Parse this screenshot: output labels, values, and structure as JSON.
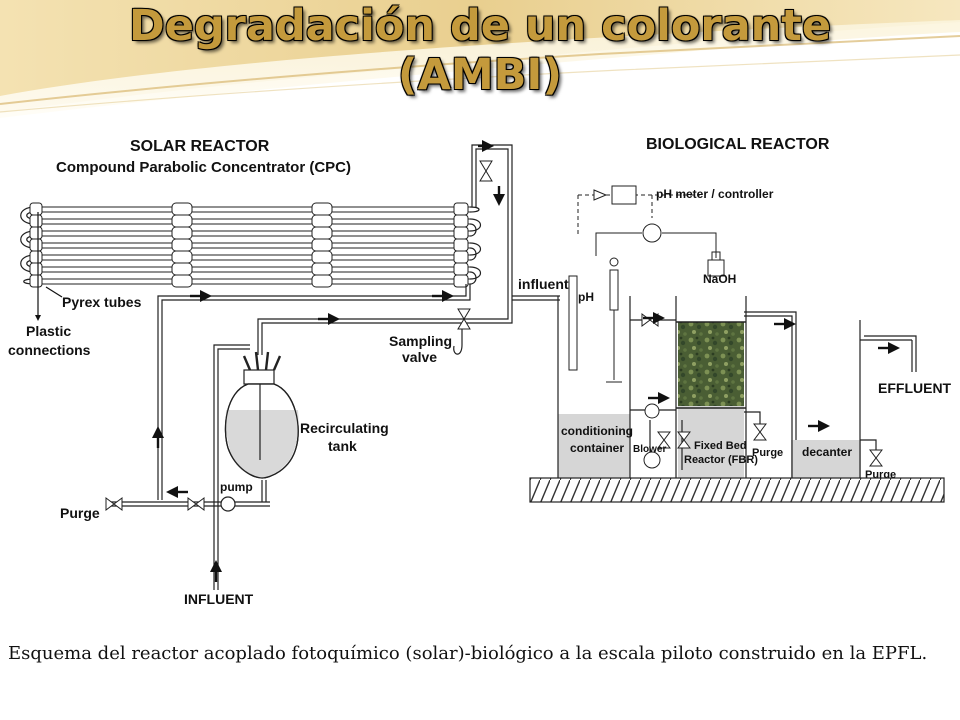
{
  "title": {
    "line1": "Degradación de un colorante",
    "line2": "(AMBI)"
  },
  "diagram": {
    "solar_reactor": {
      "heading": "SOLAR REACTOR",
      "subheading": "Compound Parabolic Concentrator (CPC)",
      "labels": {
        "pyrex_tubes": "Pyrex tubes",
        "plastic_line1": "Plastic",
        "plastic_line2": "connections",
        "sampling_line1": "Sampling",
        "sampling_line2": "valve",
        "recirc_line1": "Recirculating",
        "recirc_line2": "tank",
        "pump": "pump",
        "purge": "Purge",
        "influent": "INFLUENT"
      }
    },
    "biological_reactor": {
      "heading": "BIOLOGICAL REACTOR",
      "labels": {
        "ph_meter": "pH meter / controller",
        "influent": "influent",
        "ph": "pH",
        "naoh": "NaOH",
        "cond_line1": "conditioning",
        "cond_line2": "container",
        "blower": "Blower",
        "fbr_line1": "Fixed Bed",
        "fbr_line2": "Reactor (FBR)",
        "purge1": "Purge",
        "decanter": "decanter",
        "purge2": "Purge",
        "effluent": "EFFLUENT"
      }
    }
  },
  "caption": "Esquema del reactor acoplado fotoquímico (solar)-biológico a la escala piloto construido en la EPFL."
}
